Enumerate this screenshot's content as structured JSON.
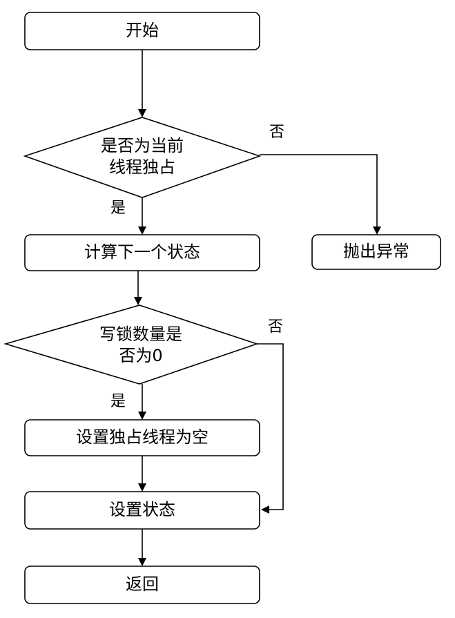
{
  "nodes": {
    "start": "开始",
    "check_owner_line1": "是否为当前",
    "check_owner_line2": "线程独占",
    "throw_exception": "抛出异常",
    "compute_next_state": "计算下一个状态",
    "check_write_count_line1": "写锁数量是",
    "check_write_count_line2": "否为0",
    "clear_owner": "设置独占线程为空",
    "set_state": "设置状态",
    "return": "返回"
  },
  "edge_labels": {
    "owner_no": "否",
    "owner_yes": "是",
    "count_no": "否",
    "count_yes": "是"
  }
}
